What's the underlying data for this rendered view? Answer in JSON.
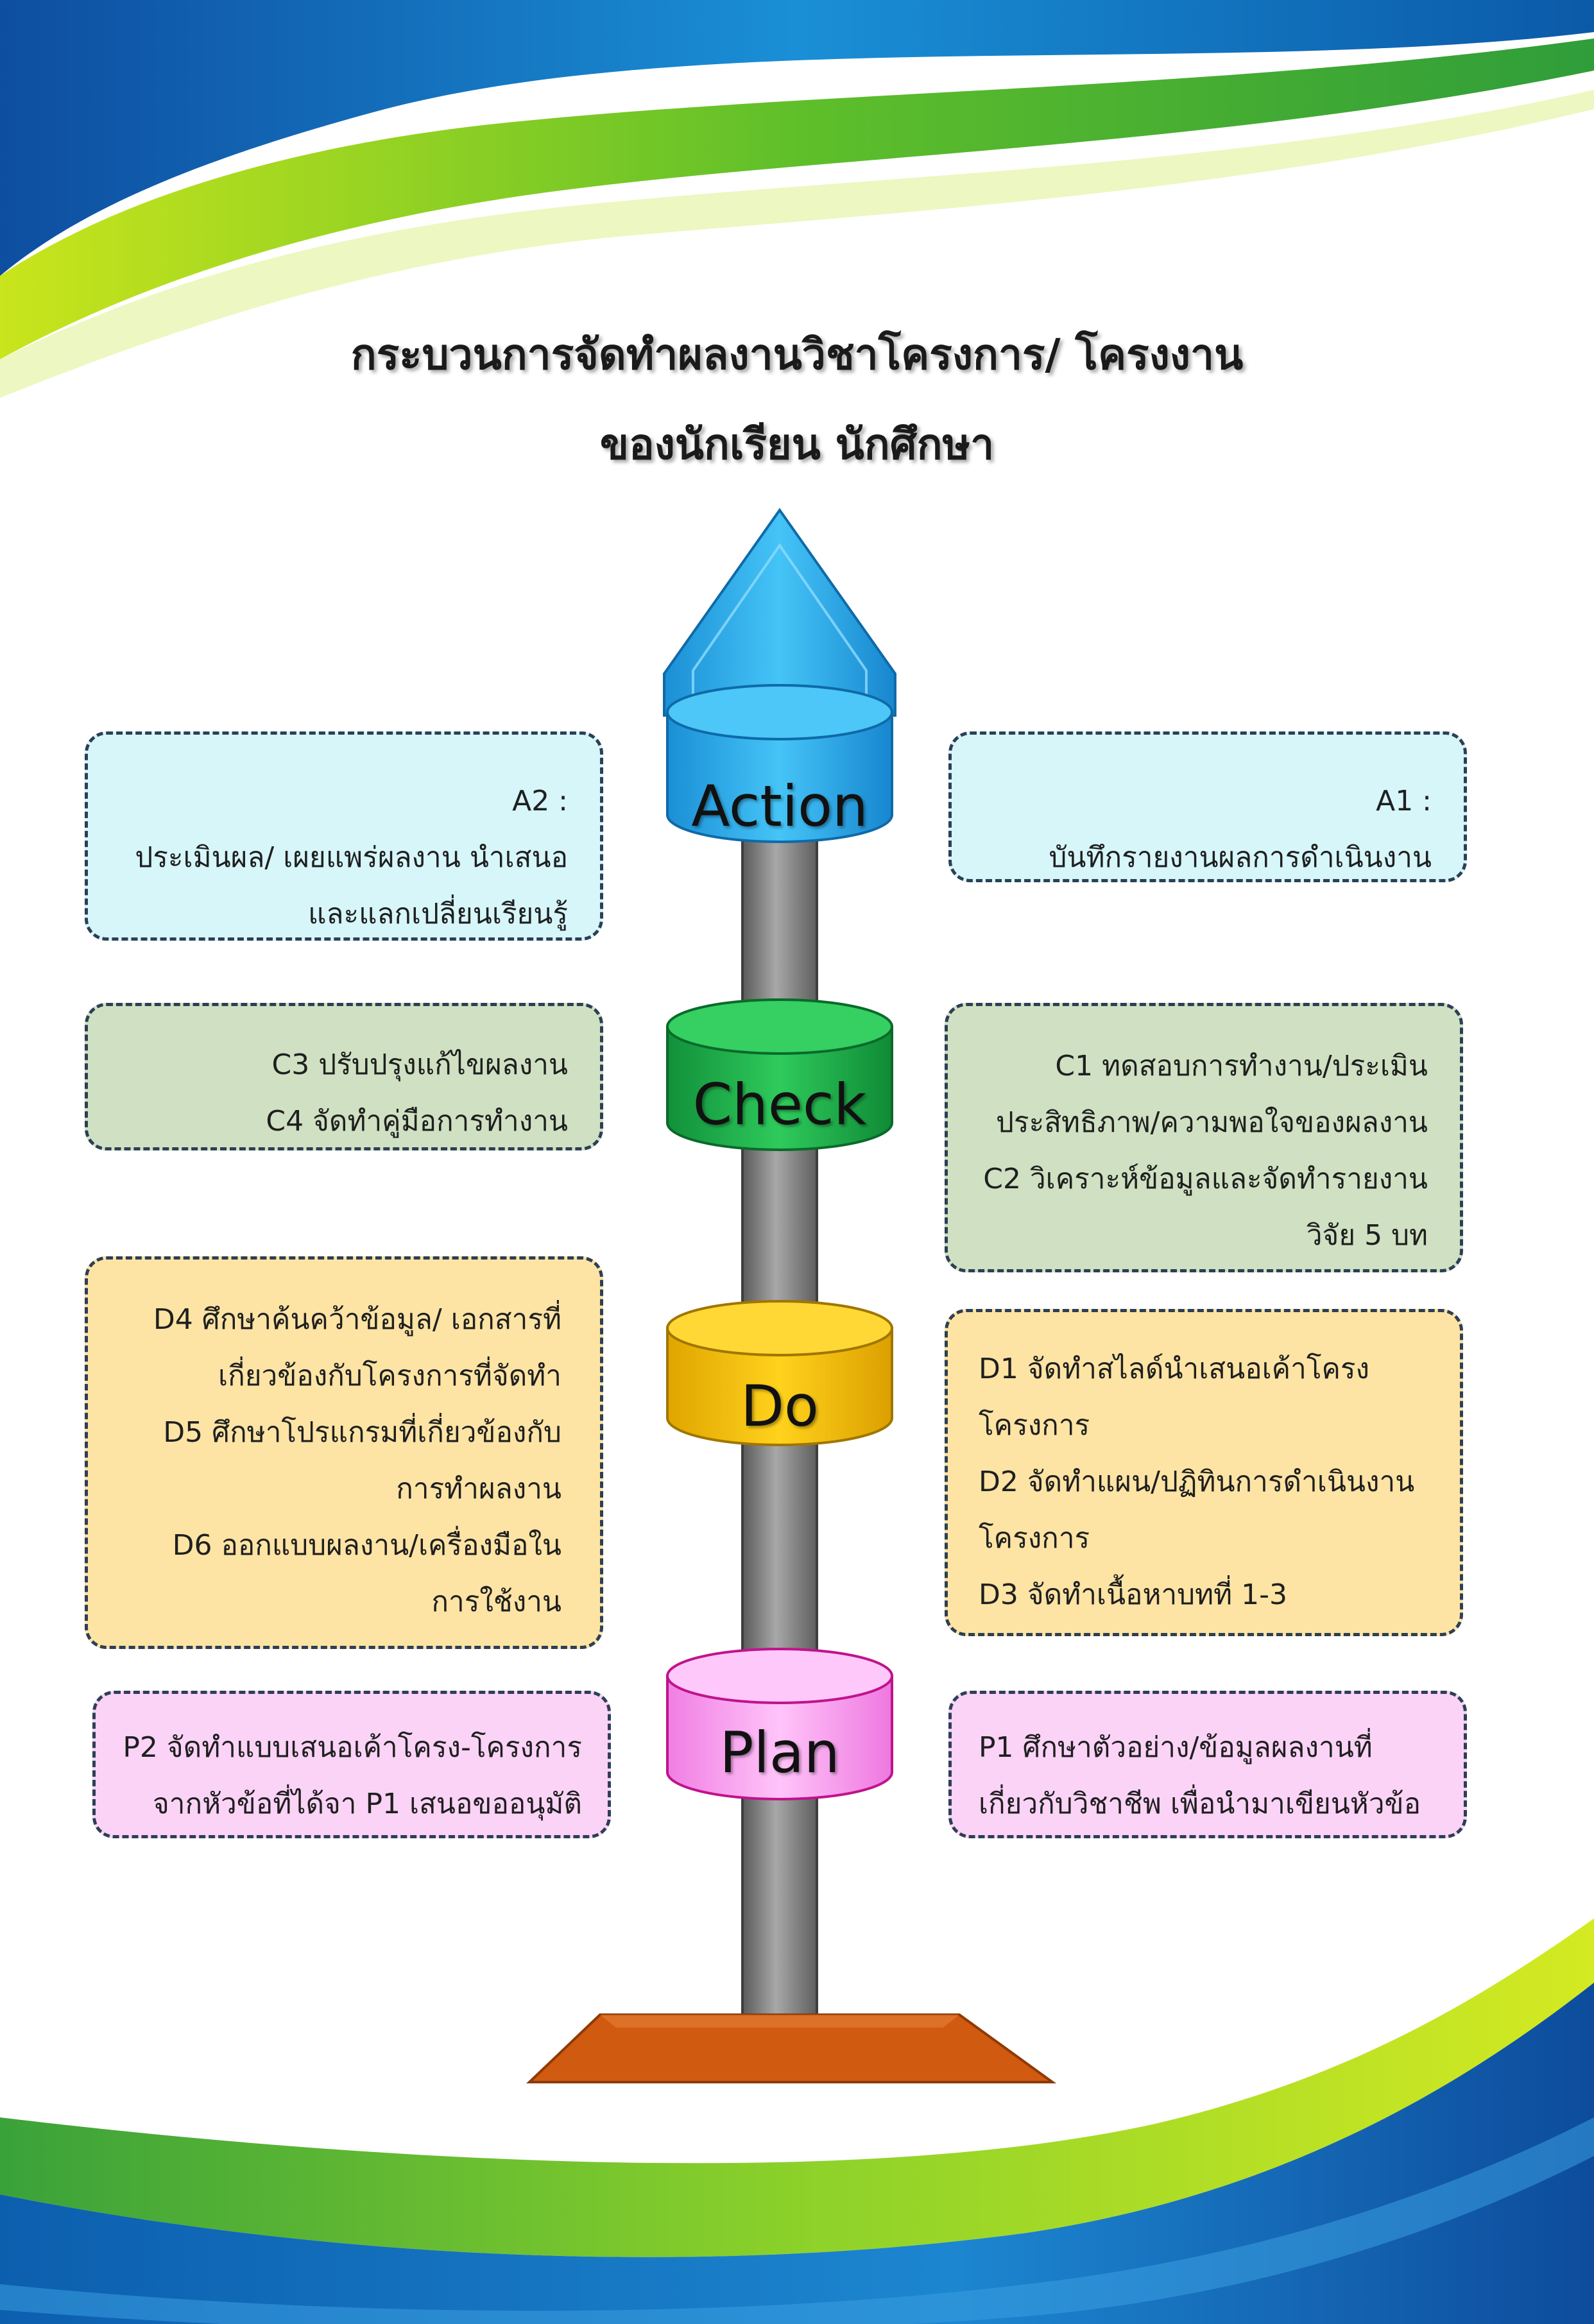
{
  "title": {
    "line1": "กระบวนการจัดทำผลงานวิชาโครงการ/ โครงงาน",
    "line2": "ของนักเรียน นักศึกษา"
  },
  "stages": {
    "action": "Action",
    "check": "Check",
    "do": "Do",
    "plan": "Plan"
  },
  "colors": {
    "action": "#1fa5e6",
    "check": "#1eb44a",
    "do": "#fbc402",
    "plan": "#fa9cf0",
    "pole": "#808080",
    "base": "#cf5a10",
    "wave_blue": "#1456a6",
    "wave_green": "#7cc626"
  },
  "boxes": {
    "a2": {
      "lines": [
        "A2 :",
        "ประเมินผล/ เผยแพร่ผลงาน นำเสนอ",
        "และแลกเปลี่ยนเรียนรู้"
      ]
    },
    "a1": {
      "lines": [
        "A1 :",
        "บันทึกรายงานผลการดำเนินงาน"
      ]
    },
    "c34": {
      "lines": [
        "C3 ปรับปรุงแก้ไขผลงาน",
        "C4 จัดทำคู่มือการทำงาน"
      ]
    },
    "c12": {
      "lines": [
        "C1 ทดสอบการทำงาน/ประเมิน",
        "ประสิทธิภาพ/ความพอใจของผลงาน",
        "C2 วิเคราะห์ข้อมูลและจัดทำรายงาน",
        "วิจัย 5 บท"
      ]
    },
    "d456": {
      "lines": [
        "D4 ศึกษาค้นคว้าข้อมูล/ เอกสารที่",
        "เกี่ยวข้องกับโครงการที่จัดทำ",
        "D5 ศึกษาโปรแกรมที่เกี่ยวข้องกับ",
        "การทำผลงาน",
        "D6 ออกแบบผลงาน/เครื่องมือใน",
        "การใช้งาน"
      ]
    },
    "d123": {
      "lines": [
        "D1 จัดทำสไลด์นำเสนอเค้าโครง",
        "โครงการ",
        "D2 จัดทำแผน/ปฏิทินการดำเนินงาน",
        "โครงการ",
        "D3 จัดทำเนื้อหาบทที่ 1-3"
      ]
    },
    "p2": {
      "lines": [
        "P2 จัดทำแบบเสนอเค้าโครง-โครงการ",
        "จากหัวข้อที่ได้จา P1 เสนอขออนุมัติ"
      ]
    },
    "p1": {
      "lines": [
        "P1 ศึกษาตัวอย่าง/ข้อมูลผลงานที่",
        "เกี่ยวกับวิชาชีพ เพื่อนำมาเขียนหัวข้อ"
      ]
    }
  }
}
